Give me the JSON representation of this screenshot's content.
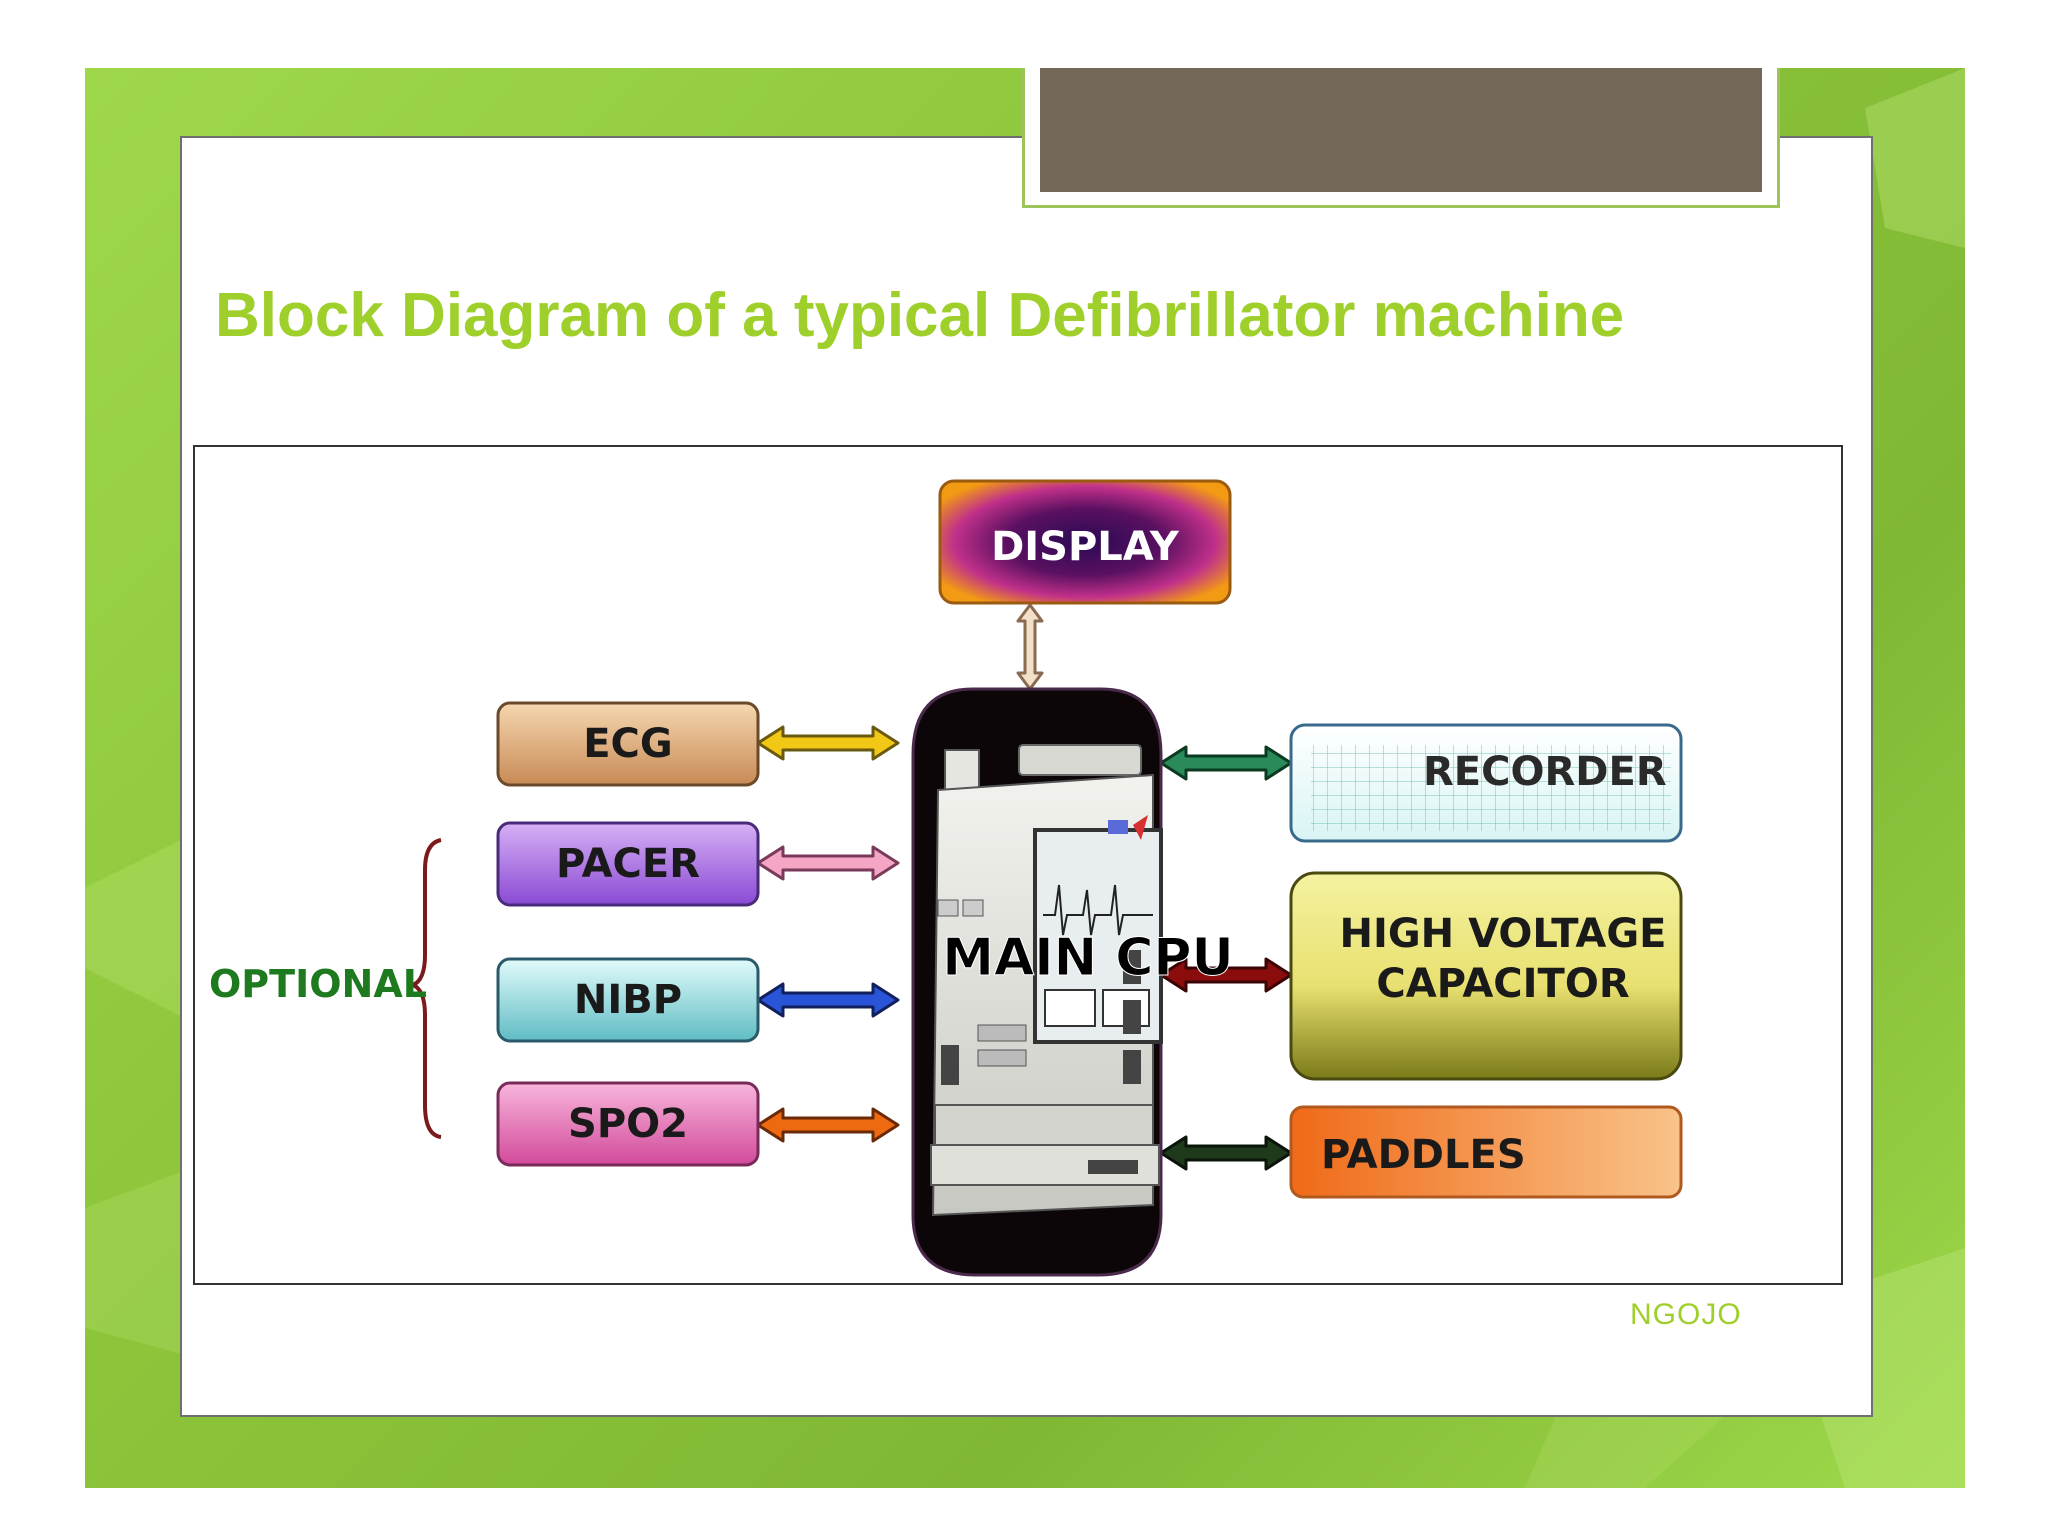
{
  "slide": {
    "title": "Block Diagram of a typical Defibrillator machine",
    "footer": "NGOJO"
  },
  "diagram": {
    "nodes": {
      "display": "DISPLAY",
      "main_cpu": "MAIN CPU",
      "ecg": "ECG",
      "pacer": "PACER",
      "nibp": "NIBP",
      "spo2": "SPO2",
      "recorder": "RECORDER",
      "hv_line1": "HIGH VOLTAGE",
      "hv_line2": "CAPACITOR",
      "paddles": "PADDLES"
    },
    "optional_label": "OPTIONAL",
    "colors": {
      "ecg_arrow": "#f2c816",
      "pacer_arrow": "#f4a6c4",
      "nibp_arrow": "#2a54d8",
      "spo2_arrow": "#ee6a10",
      "recorder_arrow": "#2a8a5a",
      "hv_arrow": "#8a0c0c",
      "paddles_arrow": "#1e3a1a",
      "display_arrow": "#f2e0c8",
      "optional_text": "#1e7a1e",
      "brace": "#7a1a1a"
    }
  }
}
